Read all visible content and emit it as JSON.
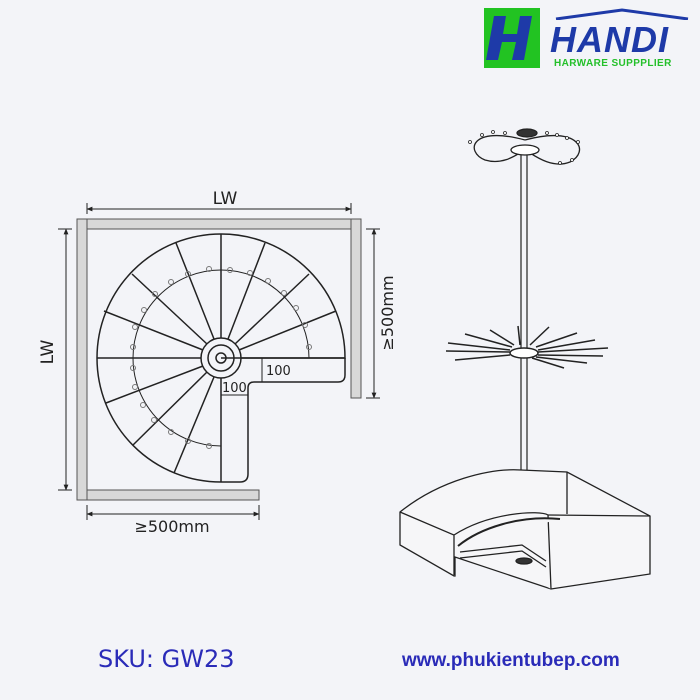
{
  "brand": {
    "name": "HANDI",
    "tagline": "HARWARE SUPPPLIER",
    "mark_letter": "H",
    "colors": {
      "green": "#22c322",
      "blue": "#1e3aa8",
      "tagline": "#24c02a"
    }
  },
  "plan_view": {
    "top_dimension": "LW",
    "left_dimension": "LW",
    "right_dimension": "≥500mm",
    "bottom_dimension": "≥500mm",
    "inner_offset_1": "100",
    "inner_offset_2": "100"
  },
  "perspective_view": {
    "description": "Corner carousel rack with top ring tray, middle spoke hanger and bottom kidney-shaped basket"
  },
  "footer": {
    "sku": "SKU: GW23",
    "website": "www.phukientubep.com",
    "text_color": "#2a2bb8"
  }
}
